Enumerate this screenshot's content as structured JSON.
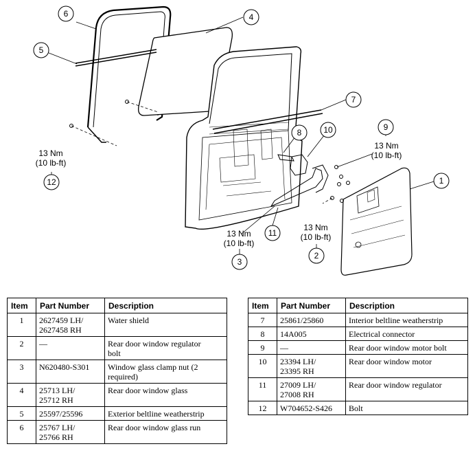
{
  "diagram": {
    "callouts": [
      {
        "id": "c1",
        "label": "1"
      },
      {
        "id": "c2",
        "label": "2"
      },
      {
        "id": "c3",
        "label": "3"
      },
      {
        "id": "c4",
        "label": "4"
      },
      {
        "id": "c5",
        "label": "5"
      },
      {
        "id": "c6",
        "label": "6"
      },
      {
        "id": "c7",
        "label": "7"
      },
      {
        "id": "c8",
        "label": "8"
      },
      {
        "id": "c9",
        "label": "9"
      },
      {
        "id": "c10",
        "label": "10"
      },
      {
        "id": "c11",
        "label": "11"
      },
      {
        "id": "c12",
        "label": "12"
      }
    ],
    "torque_labels": {
      "t12_nm": "13 Nm",
      "t12_lb": "(10 lb-ft)",
      "t9_nm": "13 Nm",
      "t9_lb": "(10 lb-ft)",
      "t3_nm": "13 Nm",
      "t3_lb": "(10 lb-ft)",
      "t2_nm": "13 Nm",
      "t2_lb": "(10 lb-ft)"
    }
  },
  "table": {
    "headers": [
      "Item",
      "Part Number",
      "Description"
    ],
    "left_rows": [
      {
        "item": "1",
        "part": [
          "2627459 LH/",
          "2627458 RH"
        ],
        "desc": [
          "Water shield"
        ]
      },
      {
        "item": "2",
        "part": [
          "—"
        ],
        "desc": [
          "Rear door window regulator",
          "bolt"
        ]
      },
      {
        "item": "3",
        "part": [
          "N620480-S301"
        ],
        "desc": [
          "Window glass clamp nut (2",
          "required)"
        ]
      },
      {
        "item": "4",
        "part": [
          "25713 LH/",
          "25712 RH"
        ],
        "desc": [
          "Rear door window glass"
        ]
      },
      {
        "item": "5",
        "part": [
          "25597/25596"
        ],
        "desc": [
          "Exterior beltline weatherstrip"
        ]
      },
      {
        "item": "6",
        "part": [
          "25767 LH/",
          "25766 RH"
        ],
        "desc": [
          "Rear door window glass run"
        ]
      }
    ],
    "right_rows": [
      {
        "item": "7",
        "part": [
          "25861/25860"
        ],
        "desc": [
          "Interior beltline weatherstrip"
        ]
      },
      {
        "item": "8",
        "part": [
          "14A005"
        ],
        "desc": [
          "Electrical connector"
        ]
      },
      {
        "item": "9",
        "part": [
          "—"
        ],
        "desc": [
          "Rear door window motor bolt"
        ]
      },
      {
        "item": "10",
        "part": [
          "23394 LH/",
          "23395 RH"
        ],
        "desc": [
          "Rear door window motor"
        ]
      },
      {
        "item": "11",
        "part": [
          "27009 LH/",
          "27008 RH"
        ],
        "desc": [
          "Rear door window regulator"
        ]
      },
      {
        "item": "12",
        "part": [
          "W704652-S426"
        ],
        "desc": [
          "Bolt"
        ]
      }
    ]
  }
}
